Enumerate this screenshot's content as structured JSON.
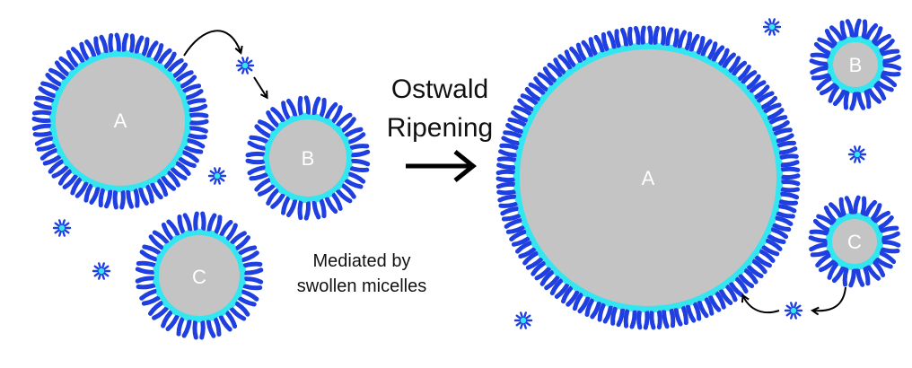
{
  "process": {
    "line1": "Ostwald",
    "line2": "Ripening"
  },
  "mediator": {
    "line1": "Mediated by",
    "line2": "swollen micelles"
  },
  "droplets": {
    "before": {
      "a": "A",
      "b": "B",
      "c": "C"
    },
    "after": {
      "a": "A",
      "b": "B",
      "c": "C"
    }
  },
  "colors": {
    "core": "#c4c4c4",
    "shell": "#33e6f0",
    "surfactant": "#1f3fe0",
    "arrow": "#000000"
  }
}
